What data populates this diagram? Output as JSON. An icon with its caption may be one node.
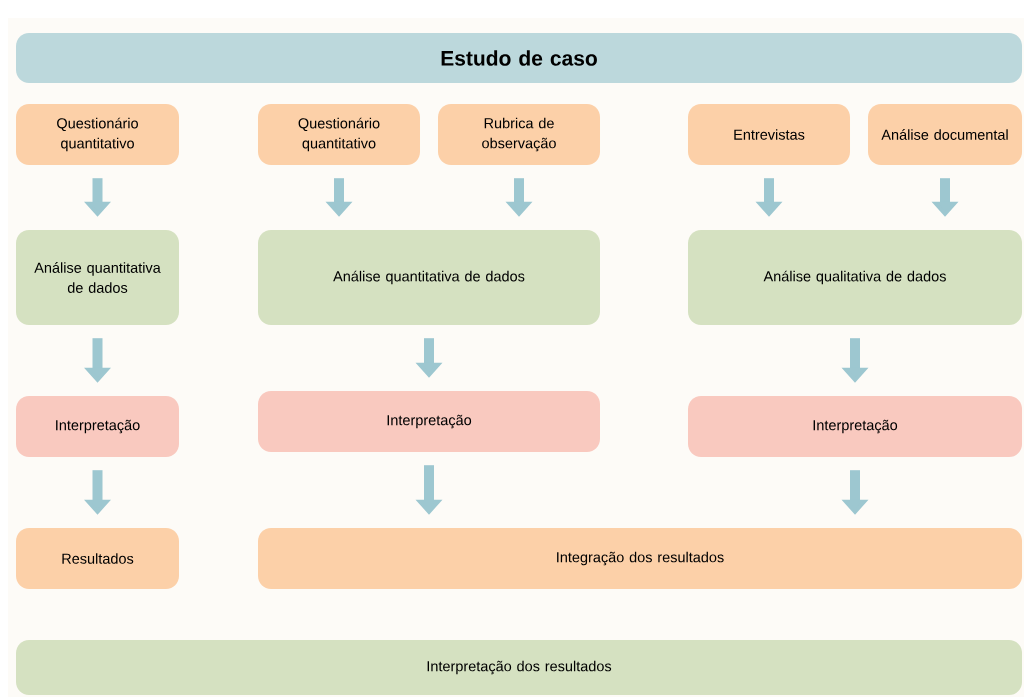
{
  "diagram": {
    "nodes": [
      {
        "text": [
          "Estudo de caso"
        ]
      },
      {
        "text": [
          "Questionário quantitativo"
        ]
      },
      {
        "text": [
          "Questionário quantitativo"
        ]
      },
      {
        "text": [
          "Rubrica de observação"
        ]
      },
      {
        "text": [
          "Entrevistas"
        ]
      },
      {
        "text": [
          "Análise documental"
        ]
      },
      {
        "text": [
          "Análise quantitativa de dados"
        ]
      },
      {
        "text": [
          "Análise quantitativa de dados"
        ]
      },
      {
        "text": [
          "Análise qualitativa de dados"
        ]
      },
      {
        "text": [
          "Interpretação"
        ]
      },
      {
        "text": [
          "Interpretação"
        ]
      },
      {
        "text": [
          "Interpretação"
        ]
      },
      {
        "text": [
          "Resultados"
        ]
      },
      {
        "text": [
          "Integração dos resultados"
        ]
      },
      {
        "text": [
          "Interpretação dos resultados"
        ]
      }
    ],
    "edges": [
      {
        "from": 1,
        "to": 6,
        "arrow": "to"
      },
      {
        "from": 2,
        "to": 7,
        "arrow": "to"
      },
      {
        "from": 3,
        "to": 7,
        "arrow": "to"
      },
      {
        "from": 4,
        "to": 8,
        "arrow": "to"
      },
      {
        "from": 5,
        "to": 8,
        "arrow": "to"
      },
      {
        "from": 6,
        "to": 9,
        "arrow": "to"
      },
      {
        "from": 7,
        "to": 10,
        "arrow": "to"
      },
      {
        "from": 8,
        "to": 11,
        "arrow": "to"
      },
      {
        "from": 9,
        "to": 12,
        "arrow": "to"
      },
      {
        "from": 10,
        "to": 13,
        "arrow": "to"
      },
      {
        "from": 11,
        "to": 13,
        "arrow": "to"
      }
    ]
  }
}
